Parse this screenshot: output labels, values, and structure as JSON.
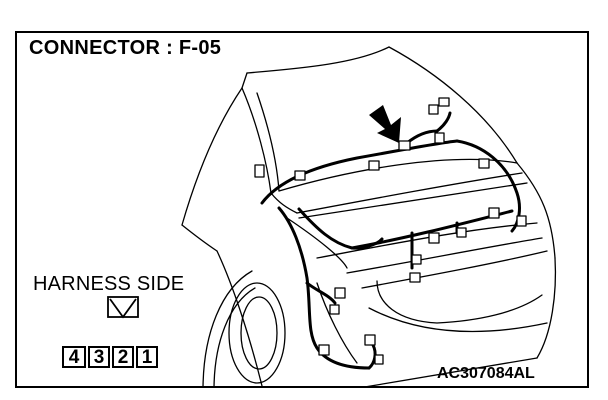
{
  "connector_title": "CONNECTOR : F-05",
  "harness_label": "HARNESS SIDE",
  "figure_code": "AC307084AL",
  "pins": [
    "4",
    "3",
    "2",
    "1"
  ],
  "colors": {
    "line": "#000000",
    "background": "#ffffff"
  }
}
